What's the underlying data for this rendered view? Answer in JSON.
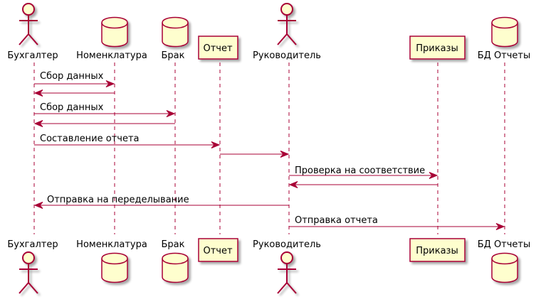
{
  "participants": {
    "buh": "Бухгалтер",
    "nomen": "Номенклатура",
    "brak": "Брак",
    "otchet": "Отчет",
    "ruk": "Руководитель",
    "prikazy": "Приказы",
    "bd": "БД Отчеты"
  },
  "messages": {
    "m1": "Сбор данных",
    "m3": "Сбор данных",
    "m5": "Составление отчета",
    "m7": "Проверка на соответствие",
    "m9": "Отправка на переделывание",
    "m10": "Отправка отчета"
  },
  "colors": {
    "line": "#a80036",
    "fill": "#fefece"
  }
}
